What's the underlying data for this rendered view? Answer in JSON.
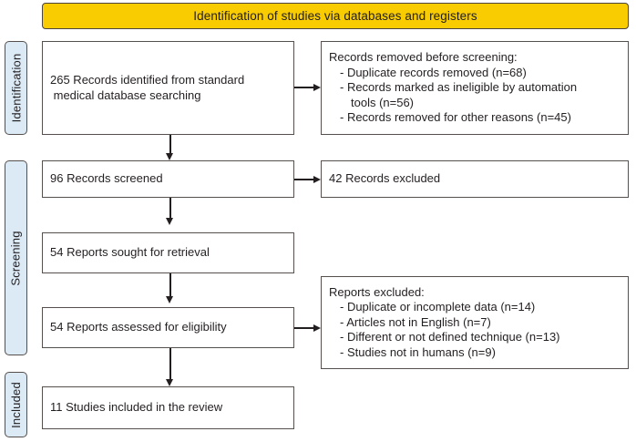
{
  "banner": {
    "title": "Identification of studies via databases and registers",
    "color": "#f8cc00"
  },
  "stages": [
    {
      "id": "identification",
      "label": "Identification",
      "color": "#dceaf6"
    },
    {
      "id": "screening",
      "label": "Screening",
      "color": "#dceaf6"
    },
    {
      "id": "included",
      "label": "Included",
      "color": "#dceaf6"
    }
  ],
  "nodes": {
    "records_identified": {
      "lines": [
        "265 Records identified from standard",
        " medical database searching"
      ]
    },
    "records_removed": {
      "lines": [
        "Records removed before screening:",
        "- Duplicate records removed (n=68)",
        "- Records marked as ineligible by automation",
        "tools (n=56)",
        "- Records removed for other reasons (n=45)"
      ]
    },
    "records_screened": {
      "lines": [
        "96 Records screened"
      ]
    },
    "records_excluded": {
      "lines": [
        "42 Records excluded"
      ]
    },
    "reports_sought": {
      "lines": [
        "54 Reports sought for retrieval"
      ]
    },
    "reports_assessed": {
      "lines": [
        "54 Reports assessed for eligibility"
      ]
    },
    "reports_excluded": {
      "lines": [
        "Reports excluded:",
        "- Duplicate or incomplete data (n=14)",
        "- Articles not in English (n=7)",
        "- Different or not defined technique (n=13)",
        "- Studies not in humans (n=9)"
      ]
    },
    "studies_included": {
      "lines": [
        "11 Studies included in the review"
      ]
    }
  }
}
